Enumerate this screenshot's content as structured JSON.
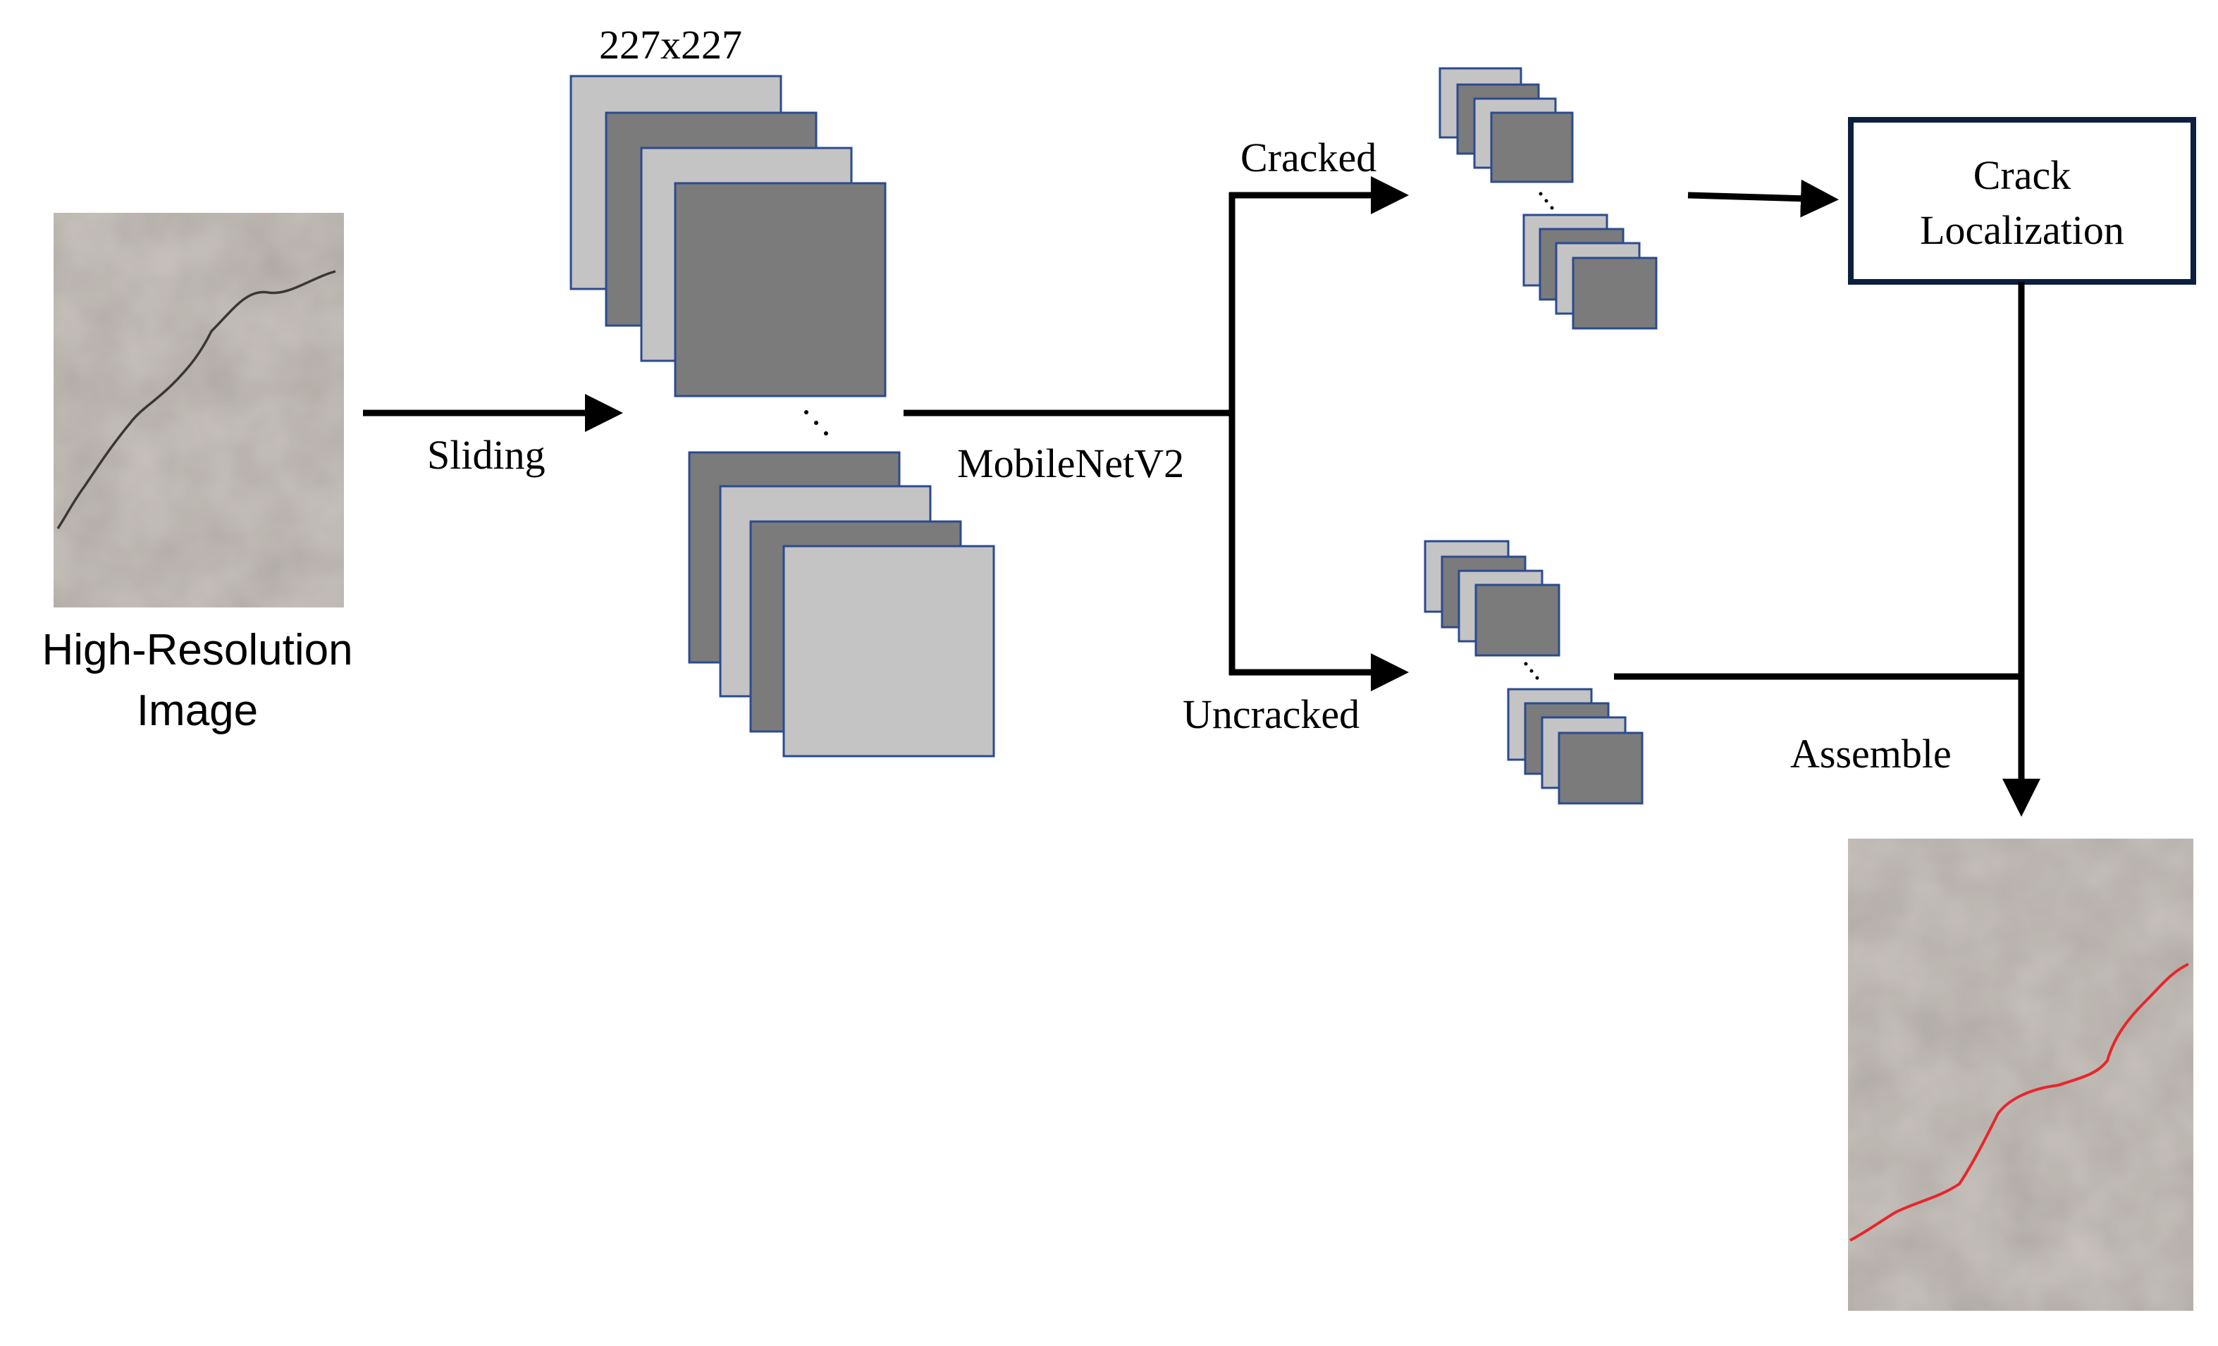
{
  "labels": {
    "input_image_line1": "High-Resolution",
    "input_image_line2": "Image",
    "patch_size": "227x227",
    "sliding": "Sliding",
    "model": "MobileNetV2",
    "cracked": "Cracked",
    "uncracked": "Uncracked",
    "crack_localization_line1": "Crack",
    "crack_localization_line2": "Localization",
    "assemble": "Assemble"
  },
  "icons": {
    "input_image": "concrete-crack-photo-icon",
    "output_image": "crack-highlighted-photo-icon",
    "patch": "image-patch-icon"
  },
  "colors": {
    "patch_light": "#c4c4c4",
    "patch_dark": "#7b7b7b",
    "patch_border": "#2b4b8f",
    "box_border": "#0c1f3f",
    "arrow": "#000000",
    "crack_highlight": "#e8262a",
    "concrete": "#c8c2bd"
  }
}
